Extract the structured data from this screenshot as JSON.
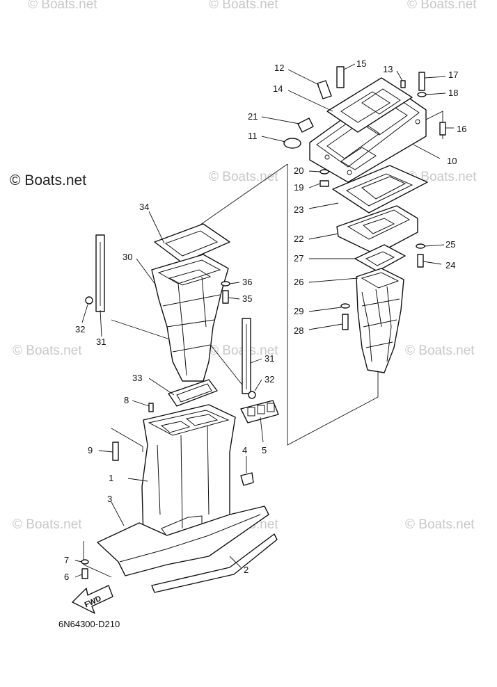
{
  "diagram": {
    "drawing_code": "6N64300-D210",
    "fwd_label": "FWD",
    "brand_watermark": "© Boats.net",
    "faint_watermark": "© Boats.net",
    "callouts": [
      "1",
      "2",
      "3",
      "4",
      "5",
      "6",
      "7",
      "8",
      "9",
      "10",
      "11",
      "12",
      "13",
      "14",
      "15",
      "16",
      "17",
      "18",
      "19",
      "20",
      "21",
      "22",
      "23",
      "24",
      "25",
      "26",
      "27",
      "28",
      "29",
      "30",
      "31",
      "31",
      "32",
      "32",
      "33",
      "34",
      "35",
      "36"
    ]
  }
}
